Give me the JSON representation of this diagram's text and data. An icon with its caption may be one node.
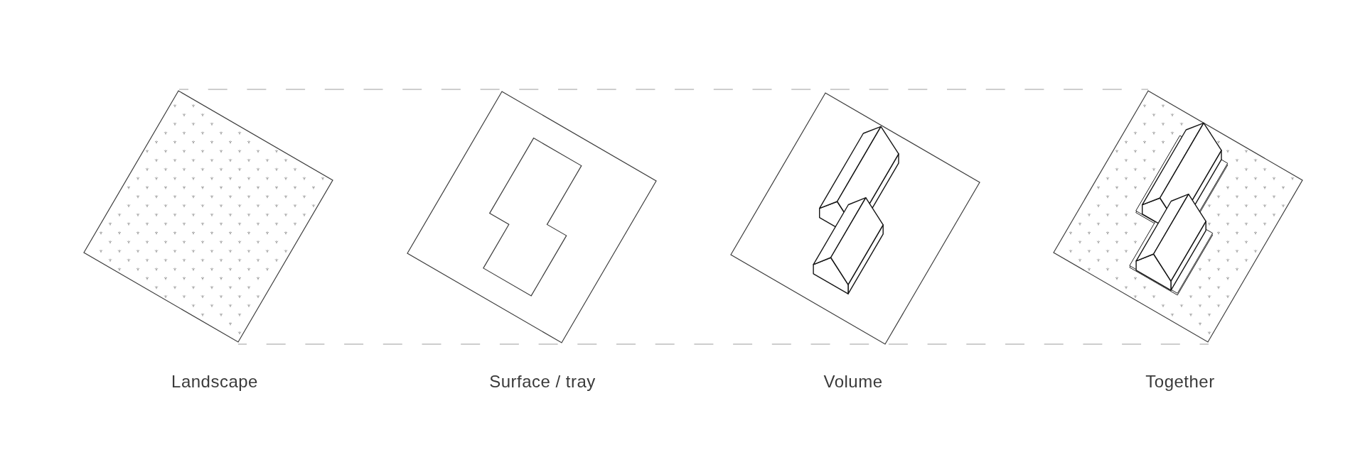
{
  "diagram": {
    "labels": [
      "Landscape",
      "Surface / tray",
      "Volume",
      "Together"
    ]
  }
}
